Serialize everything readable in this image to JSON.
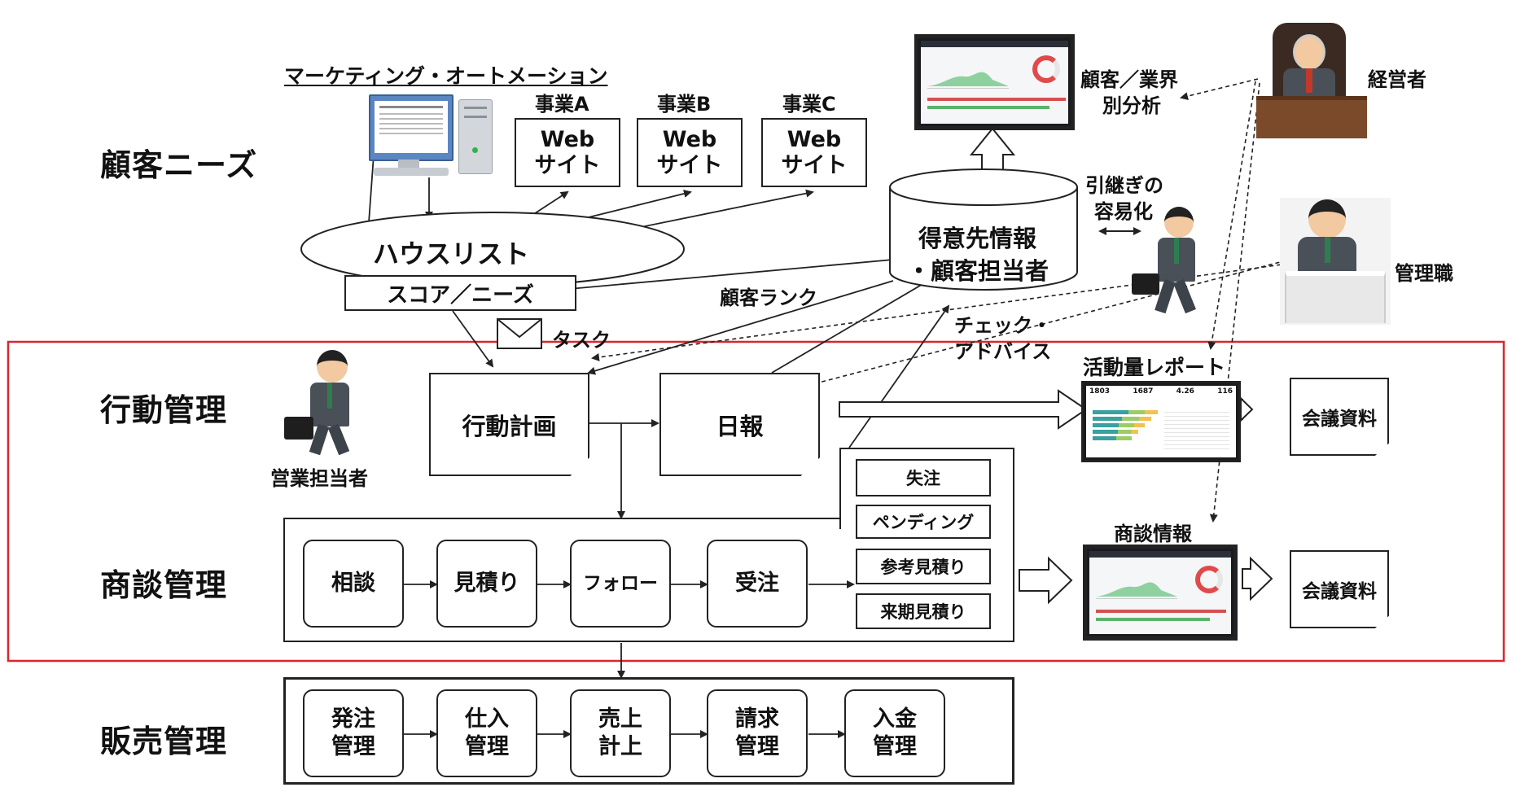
{
  "rows": {
    "customer_needs": "顧客ニーズ",
    "action_mgmt": "行動管理",
    "deal_mgmt": "商談管理",
    "sales_mgmt": "販売管理"
  },
  "marketing_automation": "マーケティング・オートメーション",
  "businesses": [
    {
      "label": "事業A",
      "line1": "Web",
      "line2": "サイト"
    },
    {
      "label": "事業B",
      "line1": "Web",
      "line2": "サイト"
    },
    {
      "label": "事業C",
      "line1": "Web",
      "line2": "サイト"
    }
  ],
  "house_list": "ハウスリスト",
  "score_needs": "スコア／ニーズ",
  "task": "タスク",
  "customer_db": {
    "line1": "得意先情報",
    "line2": "・顧客担当者"
  },
  "customer_rank": "顧客ランク",
  "analysis": {
    "line1": "顧客／業界",
    "line2": "別分析"
  },
  "handover": {
    "line1": "引継ぎの",
    "line2": "容易化"
  },
  "executive": "経営者",
  "manager": "管理職",
  "check_advice": {
    "line1": "チェック・",
    "line2": "アドバイス"
  },
  "sales_rep": "営業担当者",
  "action_plan": "行動計画",
  "daily_report": "日報",
  "activity_report": "活動量レポート",
  "meeting_doc_1": "会議資料",
  "meeting_doc_2": "会議資料",
  "deal_info": "商談情報",
  "deal_steps": [
    "相談",
    "見積り",
    "フォロー",
    "受注"
  ],
  "deal_outcomes": [
    "失注",
    "ペンディング",
    "参考見積り",
    "来期見積り"
  ],
  "sales_steps": [
    {
      "line1": "発注",
      "line2": "管理"
    },
    {
      "line1": "仕入",
      "line2": "管理"
    },
    {
      "line1": "売上",
      "line2": "計上"
    },
    {
      "line1": "請求",
      "line2": "管理"
    },
    {
      "line1": "入金",
      "line2": "管理"
    }
  ],
  "report_kpis": [
    "1803",
    "1687",
    "4.26",
    "116"
  ],
  "colors": {
    "highlight_frame": "#d9262c",
    "line": "#222222",
    "suit": "#4a5058",
    "tie": "#2e7d4f"
  }
}
